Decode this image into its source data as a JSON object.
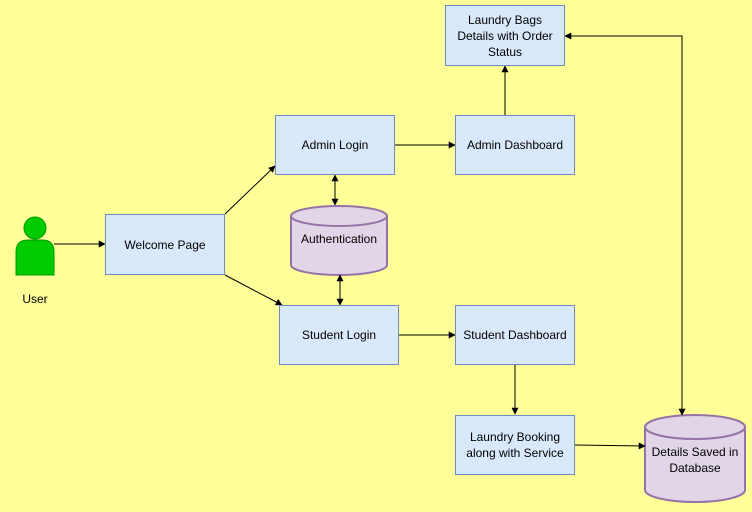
{
  "nodes": {
    "user": {
      "label": "User"
    },
    "welcome": {
      "label": "Welcome Page"
    },
    "admin_login": {
      "label": "Admin Login"
    },
    "admin_dashboard": {
      "label": "Admin Dashboard"
    },
    "laundry_bags": {
      "label": "Laundry Bags Details with Order Status"
    },
    "authentication": {
      "label": "Authentication"
    },
    "student_login": {
      "label": "Student Login"
    },
    "student_dashboard": {
      "label": "Student Dashboard"
    },
    "laundry_booking": {
      "label": "Laundry Booking along with Service"
    },
    "database": {
      "label": "Details Saved in Database"
    }
  },
  "colors": {
    "background": "#FFFF99",
    "process_fill": "#DAE8FC",
    "process_stroke": "#6C8EBF",
    "store_fill": "#E1D5E7",
    "store_stroke": "#9673A6",
    "user_fill": "#00CC00",
    "edge": "#000000"
  },
  "icons": {
    "user": "person-icon"
  }
}
